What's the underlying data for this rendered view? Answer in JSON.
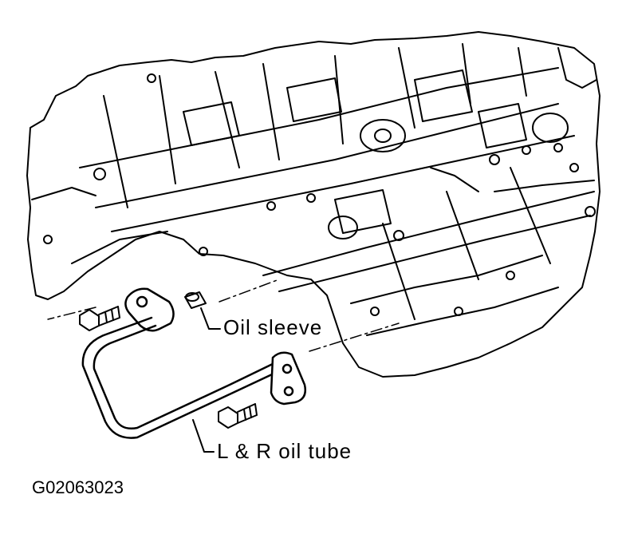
{
  "labels": {
    "oil_sleeve": "Oil sleeve",
    "oil_tube": "L & R oil tube"
  },
  "figure_code": "G02063023",
  "colors": {
    "ink": "#000000",
    "background": "#ffffff"
  }
}
